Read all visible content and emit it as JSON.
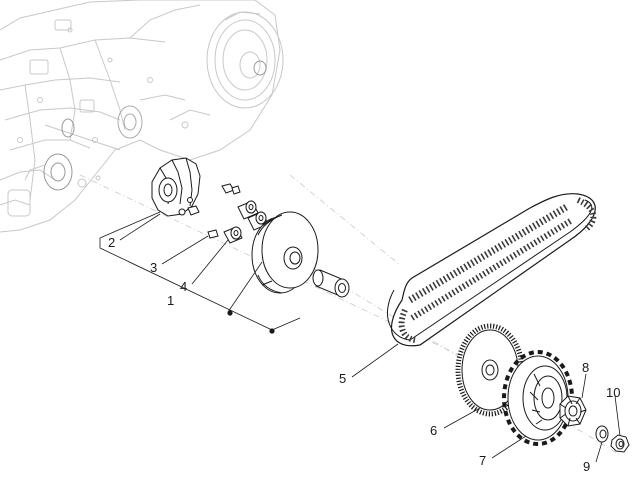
{
  "callouts": [
    {
      "id": "2",
      "text": "2"
    },
    {
      "id": "3",
      "text": "3"
    },
    {
      "id": "4",
      "text": "4"
    },
    {
      "id": "1",
      "text": "1"
    },
    {
      "id": "5",
      "text": "5"
    },
    {
      "id": "6",
      "text": "6"
    },
    {
      "id": "7",
      "text": "7"
    },
    {
      "id": "8",
      "text": "8"
    },
    {
      "id": "9",
      "text": "9"
    },
    {
      "id": "10",
      "text": "10"
    }
  ],
  "colors": {
    "ink": "#1a1a1a",
    "ghost": "#c8c8c8",
    "belt_fill": "#3a3a3a"
  },
  "parts": [
    "engine-ghost",
    "drive-pulley-fixed-half",
    "roller-guide-slider",
    "variator-roller",
    "movable-drive-half",
    "drive-pulley-bushing",
    "drive-belt",
    "belt-fan-pulley",
    "clutch-bell-half",
    "pulley-nut-cage",
    "washer",
    "nut"
  ]
}
